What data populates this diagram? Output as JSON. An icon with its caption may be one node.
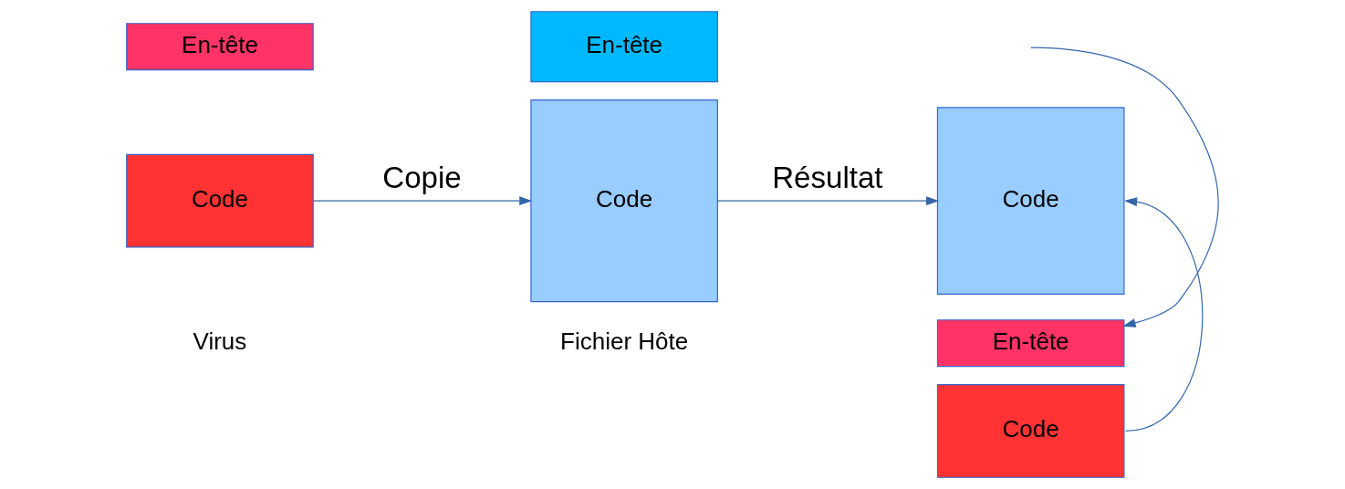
{
  "diagram": {
    "nodes": [
      {
        "text": [
          "En-tête"
        ]
      },
      {
        "text": [
          "Code"
        ],
        "beside": [
          "Virus"
        ]
      },
      {
        "text": [
          "En-tête"
        ]
      },
      {
        "text": [
          "Code"
        ],
        "beside": [
          "Fichier Hôte"
        ]
      },
      {
        "text": [
          "Code"
        ]
      },
      {
        "text": [
          "En-tête"
        ]
      },
      {
        "text": [
          "Code"
        ]
      }
    ],
    "edges": [
      {
        "from": 1,
        "to": 3,
        "arrow": "to",
        "label": "Copie"
      },
      {
        "from": 3,
        "to": 4,
        "arrow": "to",
        "label": "Résultat"
      },
      {
        "from": null,
        "to": 5,
        "arrow": "to"
      },
      {
        "from": 6,
        "to": 4,
        "arrow": "to"
      }
    ]
  }
}
